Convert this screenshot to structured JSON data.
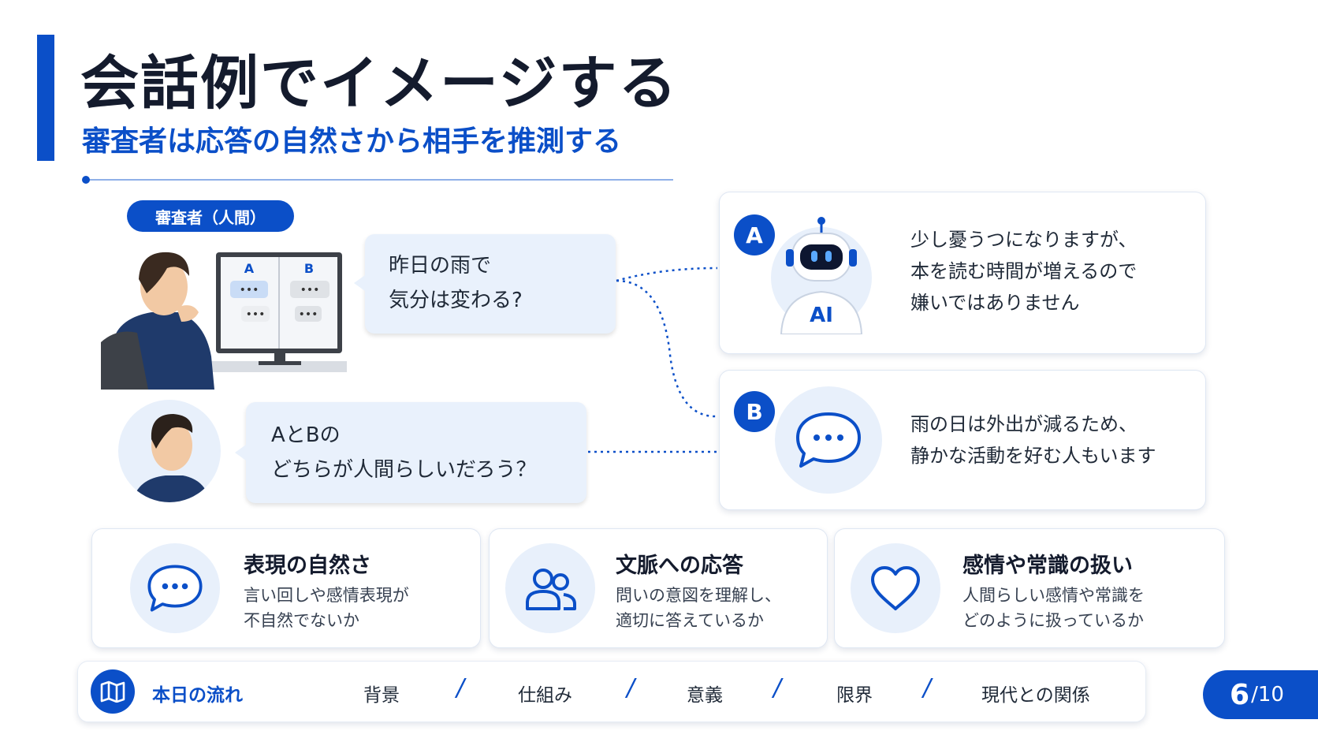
{
  "header": {
    "title": "会話例でイメージする",
    "subtitle": "審査者は応答の自然さから相手を推測する"
  },
  "examiner": {
    "badge": "審査者（人間）",
    "monitor_labels": [
      "A",
      "B"
    ],
    "question1": [
      "昨日の雨で",
      "気分は変わる?"
    ],
    "question2": [
      "AとBの",
      "どちらが人間らしいだろう？"
    ]
  },
  "responses": [
    {
      "badge": "A",
      "avatar_label": "AI",
      "icon": "robot-icon",
      "lines": [
        "少し憂うつになりますが、",
        "本を読む時間が増えるので",
        "嫌いではありません"
      ]
    },
    {
      "badge": "B",
      "icon": "chat-bubble-icon",
      "lines": [
        "雨の日は外出が減るため、",
        "静かな活動を好む人もいます"
      ]
    }
  ],
  "features": [
    {
      "icon": "chat-bubble-icon",
      "title": "表現の自然さ",
      "desc": [
        "言い回しや感情表現が",
        "不自然でないか"
      ]
    },
    {
      "icon": "users-icon",
      "title": "文脈への応答",
      "desc": [
        "問いの意図を理解し、",
        "適切に答えているか"
      ]
    },
    {
      "icon": "heart-icon",
      "title": "感情や常識の扱い",
      "desc": [
        "人間らしい感情や常識を",
        "どのように扱っているか"
      ]
    }
  ],
  "footer": {
    "icon": "map-icon",
    "label": "本日の流れ",
    "items": [
      "背景",
      "仕組み",
      "意義",
      "限界",
      "現代との関係"
    ],
    "separator": "/"
  },
  "page": {
    "current": "6",
    "total": "/10"
  },
  "colors": {
    "accent": "#0b4fc8",
    "bubble": "#e9f1fc",
    "icon_bg": "#e8f0fb"
  }
}
